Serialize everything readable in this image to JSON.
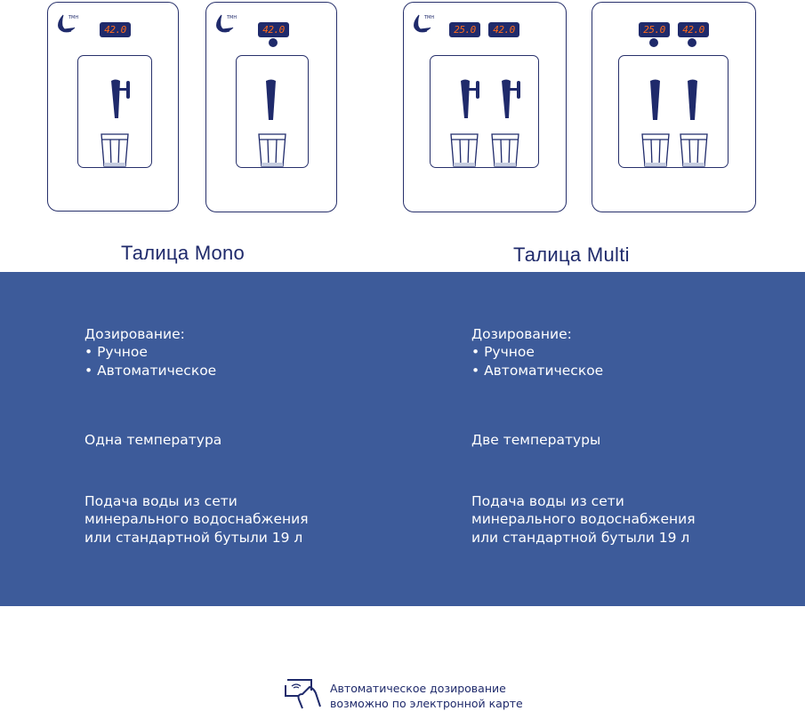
{
  "devices": [
    {
      "name": "mono-manual",
      "displays": [
        "42.0"
      ]
    },
    {
      "name": "mono-auto",
      "displays": [
        "42.0"
      ]
    },
    {
      "name": "multi-manual",
      "displays": [
        "25.0",
        "42.0"
      ]
    },
    {
      "name": "multi-auto",
      "displays": [
        "25.0",
        "42.0"
      ]
    }
  ],
  "logo_text": "ТМН",
  "colors": {
    "navy": "#1f2a6b",
    "band": "#3d5b9a",
    "display_digits": "#ff6a1a"
  },
  "products": [
    {
      "title": "Талица Mono",
      "dosing_label": "Дозирование:",
      "dosing_items": [
        "• Ручное",
        "• Автоматическое"
      ],
      "temperature": "Одна температура",
      "supply": [
        "Подача воды из сети",
        "минерального водоснабжения",
        "или стандартной бутыли 19 л"
      ]
    },
    {
      "title": "Талица Multi",
      "dosing_label": "Дозирование:",
      "dosing_items": [
        "• Ручное",
        "• Автоматическое"
      ],
      "temperature": "Две температуры",
      "supply": [
        "Подача воды из сети",
        "минерального водоснабжения",
        "или стандартной бутыли 19 л"
      ]
    }
  ],
  "footer": {
    "line1": "Автоматическое дозирование",
    "line2": "возможно по электронной карте"
  }
}
